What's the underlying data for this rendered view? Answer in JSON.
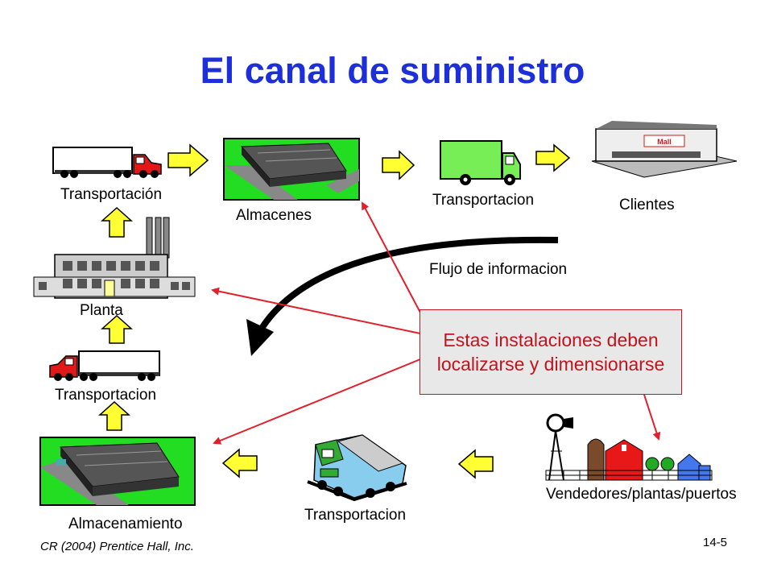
{
  "slide": {
    "title": "El canal de suministro",
    "footer_left": "CR (2004) Prentice Hall, Inc.",
    "page_number": "14-5"
  },
  "labels": {
    "transport_top_left": "Transportación",
    "almacenes": "Almacenes",
    "transport_green_truck": "Transportacion",
    "clientes": "Clientes",
    "planta": "Planta",
    "flujo": "Flujo de informacion",
    "transport_mid_left": "Transportacion",
    "almacenamiento": "Almacenamiento",
    "transport_train": "Transportacion",
    "vendedores": "Vendedores/plantas/puertos"
  },
  "callout": {
    "text": "Estas instalaciones deben localizarse y dimensionarse"
  },
  "colors": {
    "title": "#1c2fd8",
    "arrow_fill": "#ffff33",
    "callout_text": "#c0141e",
    "red_arrow": "#e0202a"
  }
}
